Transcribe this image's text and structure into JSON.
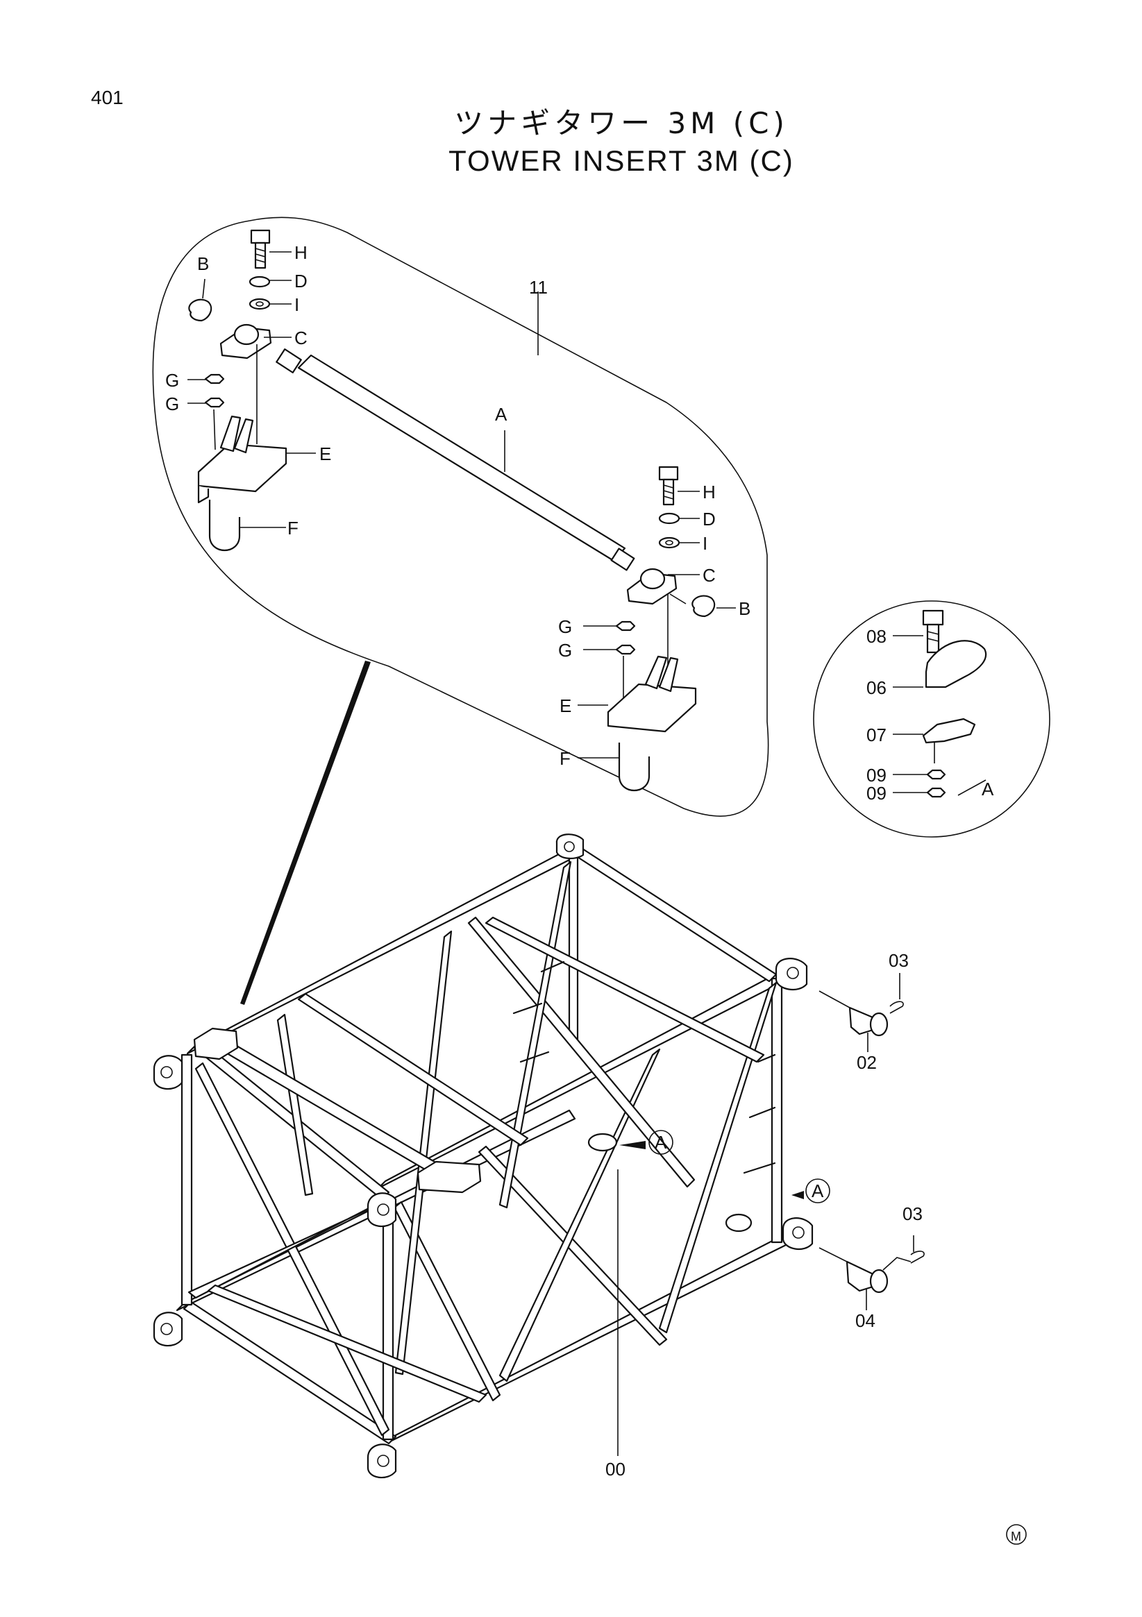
{
  "page_number": "401",
  "title_jp": "ツナギタワー 3M (C)",
  "title_en": "TOWER INSERT 3M (C)",
  "labels": {
    "assembly": "11",
    "A": "A",
    "B": "B",
    "C": "C",
    "D": "D",
    "E": "E",
    "F": "F",
    "G": "G",
    "H": "H",
    "I": "I",
    "p00": "00",
    "p02": "02",
    "p03": "03",
    "p04": "04",
    "p06": "06",
    "p07": "07",
    "p08": "08",
    "p09": "09"
  },
  "callout_ref": "A",
  "corner_mark": "M"
}
